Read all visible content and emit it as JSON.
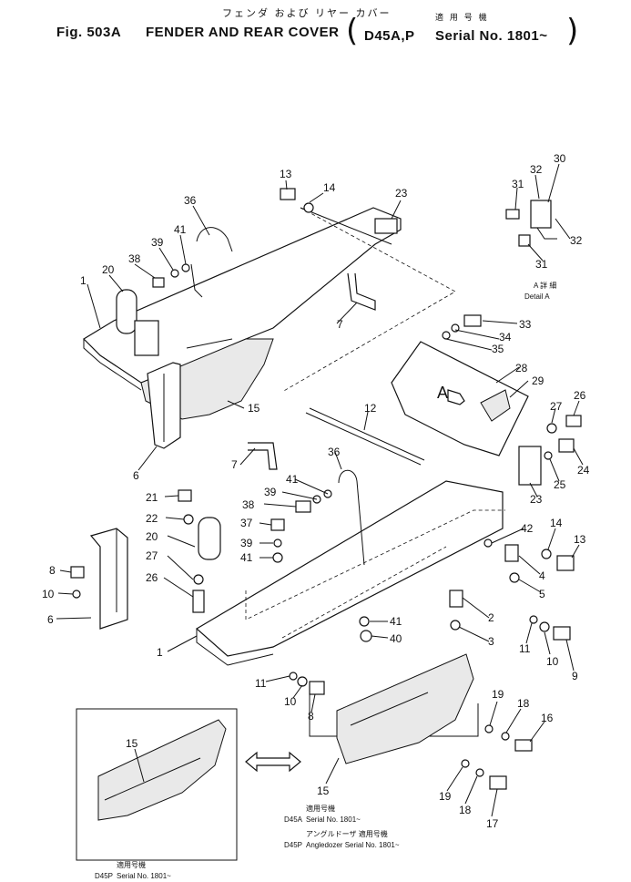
{
  "header": {
    "jp_title": "フェンダ および リヤー カバー",
    "fig_label": "Fig. 503A",
    "title": "FENDER AND REAR COVER",
    "jp_applicable": "適 用 号 機",
    "model": "D45A,P",
    "serial": "Serial No. 1801~"
  },
  "detail": {
    "jp": "A 詳 細",
    "en": "Detail A",
    "arrow_label": "A"
  },
  "notes": {
    "right_jp1": "適用号機",
    "right_model1": "D45A",
    "right_serial1": "Serial No. 1801~",
    "right_jp2": "アングルドーザ 適用号機",
    "right_model2": "D45P",
    "right_serial2": "Angledozer Serial No. 1801~",
    "left_jp": "適用号機",
    "left_model": "D45P",
    "left_serial": "Serial No. 1801~"
  },
  "callouts": [
    {
      "id": "c13a",
      "n": "13"
    },
    {
      "id": "c14a",
      "n": "14"
    },
    {
      "id": "c23a",
      "n": "23"
    },
    {
      "id": "c36a",
      "n": "36"
    },
    {
      "id": "c41a",
      "n": "41"
    },
    {
      "id": "c39a",
      "n": "39"
    },
    {
      "id": "c38a",
      "n": "38"
    },
    {
      "id": "c20a",
      "n": "20"
    },
    {
      "id": "c1a",
      "n": "1"
    },
    {
      "id": "c7a",
      "n": "7"
    },
    {
      "id": "c15a",
      "n": "15"
    },
    {
      "id": "c6a",
      "n": "6"
    },
    {
      "id": "c33",
      "n": "33"
    },
    {
      "id": "c34",
      "n": "34"
    },
    {
      "id": "c35",
      "n": "35"
    },
    {
      "id": "c28",
      "n": "28"
    },
    {
      "id": "c29",
      "n": "29"
    },
    {
      "id": "c12",
      "n": "12"
    },
    {
      "id": "c26a",
      "n": "26"
    },
    {
      "id": "c27a",
      "n": "27"
    },
    {
      "id": "c24",
      "n": "24"
    },
    {
      "id": "c25",
      "n": "25"
    },
    {
      "id": "c23b",
      "n": "23"
    },
    {
      "id": "c30",
      "n": "30"
    },
    {
      "id": "c32a",
      "n": "32"
    },
    {
      "id": "c31a",
      "n": "31"
    },
    {
      "id": "c32b",
      "n": "32"
    },
    {
      "id": "c31b",
      "n": "31"
    },
    {
      "id": "c7b",
      "n": "7"
    },
    {
      "id": "c36b",
      "n": "36"
    },
    {
      "id": "c41b",
      "n": "41"
    },
    {
      "id": "c39b",
      "n": "39"
    },
    {
      "id": "c38b",
      "n": "38"
    },
    {
      "id": "c21",
      "n": "21"
    },
    {
      "id": "c22",
      "n": "22"
    },
    {
      "id": "c20b",
      "n": "20"
    },
    {
      "id": "c37",
      "n": "37"
    },
    {
      "id": "c39c",
      "n": "39"
    },
    {
      "id": "c41c",
      "n": "41"
    },
    {
      "id": "c27b",
      "n": "27"
    },
    {
      "id": "c26b",
      "n": "26"
    },
    {
      "id": "c8a",
      "n": "8"
    },
    {
      "id": "c10a",
      "n": "10"
    },
    {
      "id": "c6b",
      "n": "6"
    },
    {
      "id": "c42",
      "n": "42"
    },
    {
      "id": "c14b",
      "n": "14"
    },
    {
      "id": "c13b",
      "n": "13"
    },
    {
      "id": "c4",
      "n": "4"
    },
    {
      "id": "c5",
      "n": "5"
    },
    {
      "id": "c2",
      "n": "2"
    },
    {
      "id": "c3",
      "n": "3"
    },
    {
      "id": "c41d",
      "n": "41"
    },
    {
      "id": "c40",
      "n": "40"
    },
    {
      "id": "c1b",
      "n": "1"
    },
    {
      "id": "c11a",
      "n": "11"
    },
    {
      "id": "c10b",
      "n": "10"
    },
    {
      "id": "c9",
      "n": "9"
    },
    {
      "id": "c11b",
      "n": "11"
    },
    {
      "id": "c10c",
      "n": "10"
    },
    {
      "id": "c8b",
      "n": "8"
    },
    {
      "id": "c19a",
      "n": "19"
    },
    {
      "id": "c18a",
      "n": "18"
    },
    {
      "id": "c16",
      "n": "16"
    },
    {
      "id": "c19b",
      "n": "19"
    },
    {
      "id": "c18b",
      "n": "18"
    },
    {
      "id": "c17",
      "n": "17"
    },
    {
      "id": "c15b",
      "n": "15"
    },
    {
      "id": "c15c",
      "n": "15"
    }
  ]
}
